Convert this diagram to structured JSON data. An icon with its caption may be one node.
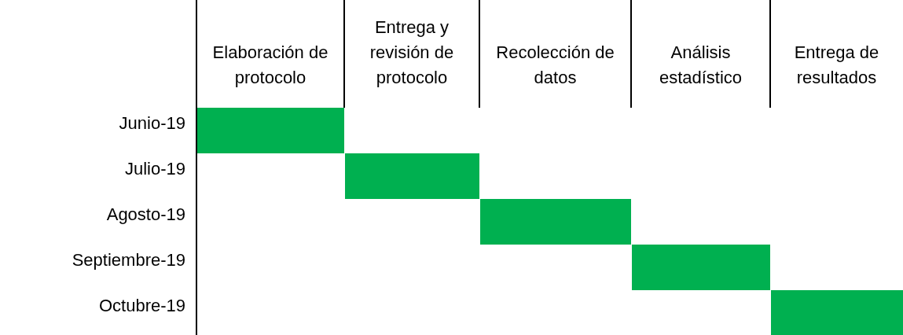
{
  "diagram": {
    "nodes": [
      {
        "text": [],
        "shape": "bar"
      },
      {
        "text": [],
        "shape": "bar"
      },
      {
        "text": [],
        "shape": "bar"
      },
      {
        "text": [],
        "shape": "bar"
      },
      {
        "text": [],
        "shape": "bar"
      }
    ],
    "labels": [
      "Elaboración de protocolo",
      "Entrega y revisión de protocolo",
      "Recolección de datos",
      "Análisis estadístico",
      "Entrega de resultados",
      "Junio-19",
      "Julio-19",
      "Agosto-19",
      "Septiembre-19",
      "Octubre-19"
    ]
  }
}
